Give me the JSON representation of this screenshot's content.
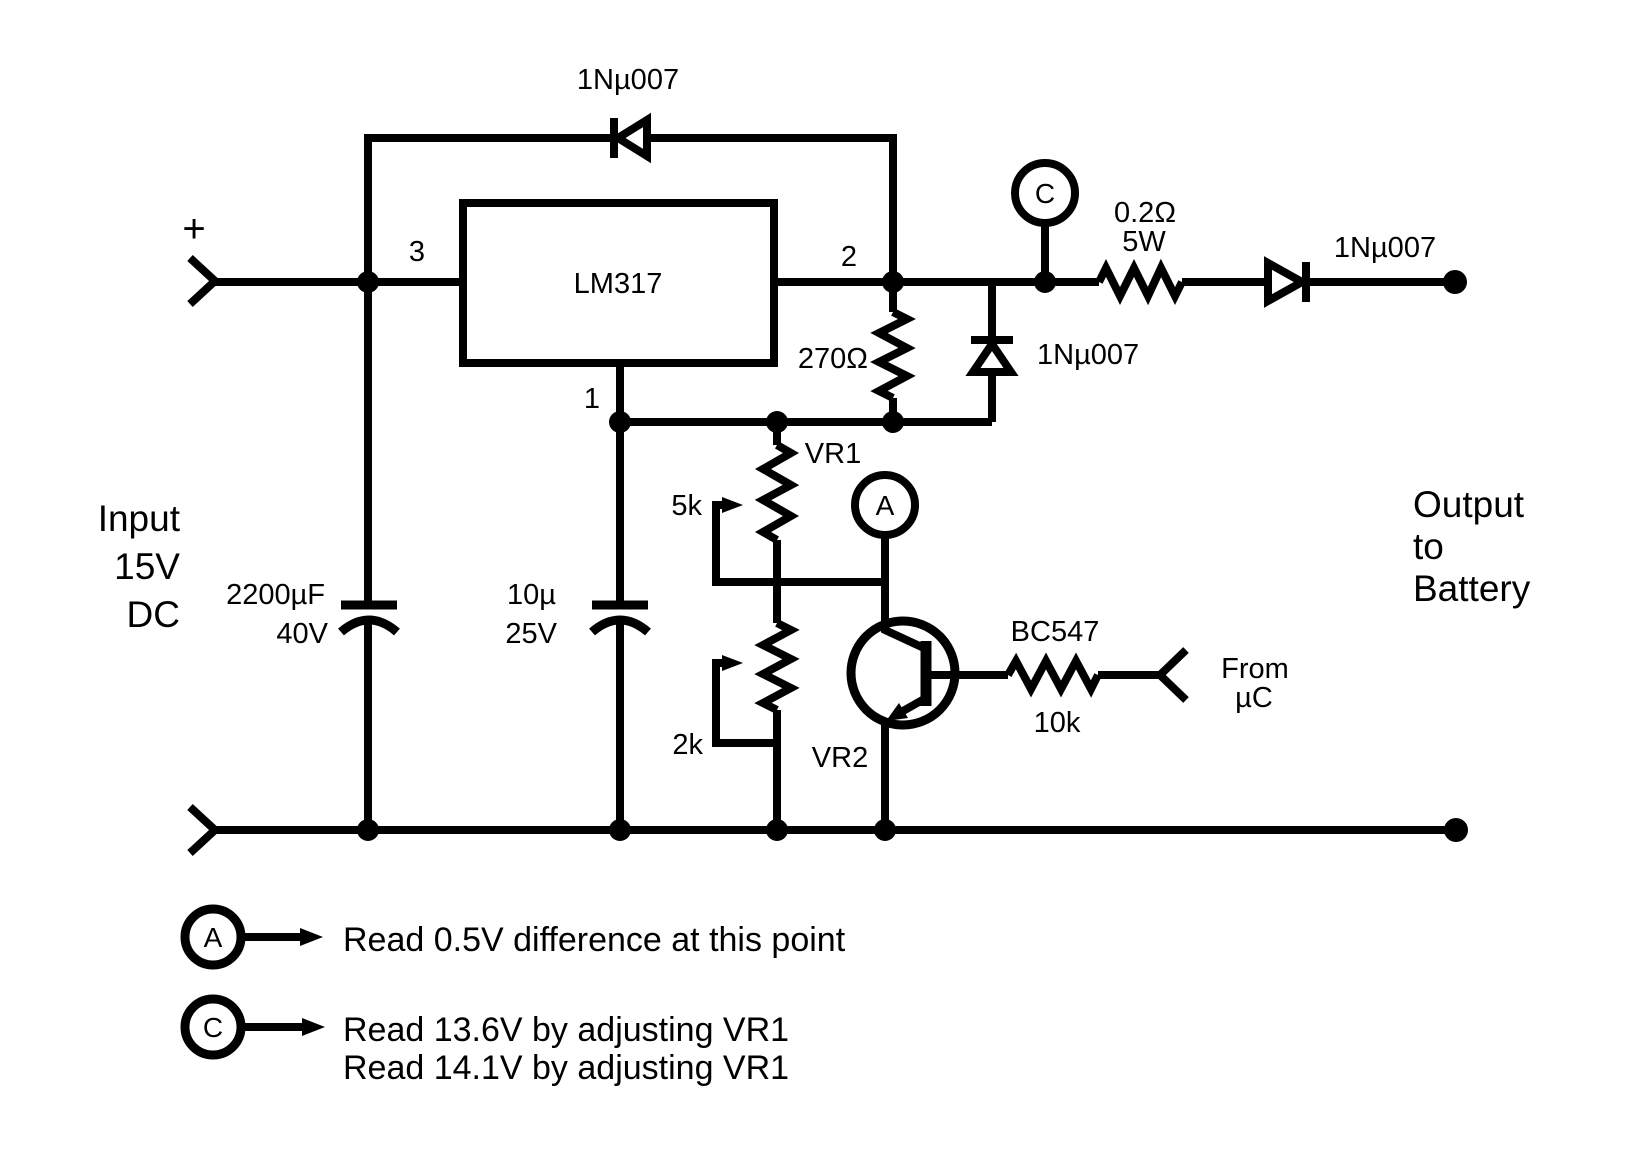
{
  "colors": {
    "ink": "#000000",
    "background": "#ffffff"
  },
  "labels": {
    "diode_top": "1Nµ007",
    "diode_clamp": "1Nµ007",
    "diode_out": "1Nµ007",
    "pin3": "3",
    "pin2": "2",
    "pin1": "1",
    "regulator": "LM317",
    "r_adj": "270Ω",
    "r_sense_value": "0.2Ω",
    "r_sense_power": "5W",
    "r_base": "10k",
    "transistor": "BC547",
    "vr1_name": "VR1",
    "vr1_value": "5k",
    "vr2_name": "VR2",
    "vr2_value": "2k",
    "cap1_value": "2200µF",
    "cap1_voltage": "40V",
    "cap2_value": "10µ",
    "cap2_voltage": "25V",
    "probe_a": "A",
    "probe_c": "C",
    "plus": "+",
    "from_uc_line1": "From",
    "from_uc_line2": "µC",
    "input_line1": "Input",
    "input_line2": "15V",
    "input_line3": "DC",
    "output_line1": "Output",
    "output_line2": "to",
    "output_line3": "Battery"
  },
  "legend": {
    "a_symbol": "A",
    "a_text": "Read 0.5V difference at this point",
    "c_symbol": "C",
    "c_text_line1": "Read 13.6V by adjusting VR1",
    "c_text_line2": "Read 14.1V by adjusting VR1"
  }
}
